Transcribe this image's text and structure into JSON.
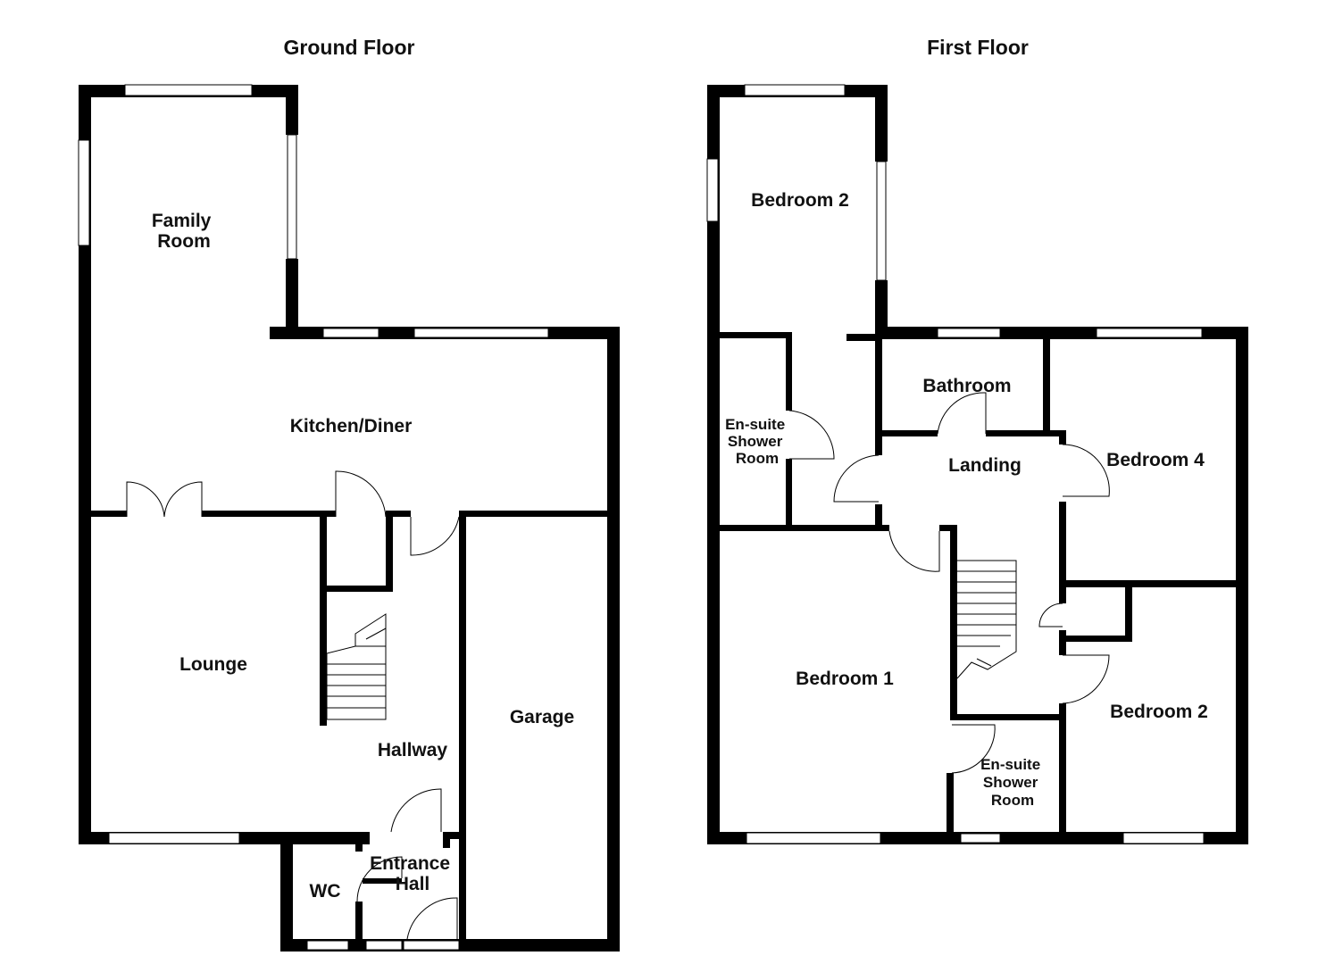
{
  "floors": {
    "ground": {
      "title": "Ground Floor",
      "rooms": {
        "family_room": [
          "Family",
          "Room"
        ],
        "kitchen_diner": "Kitchen/Diner",
        "lounge": "Lounge",
        "hallway": "Hallway",
        "garage": "Garage",
        "wc": "WC",
        "entrance_hall": [
          "Entrance",
          "Hall"
        ]
      }
    },
    "first": {
      "title": "First Floor",
      "rooms": {
        "bedroom_2_top": "Bedroom 2",
        "ensuite_left": [
          "En-suite",
          "Shower",
          "Room"
        ],
        "bathroom": "Bathroom",
        "landing": "Landing",
        "bedroom_4": "Bedroom 4",
        "bedroom_1": "Bedroom 1",
        "ensuite_bottom": [
          "En-suite",
          "Shower",
          "Room"
        ],
        "bedroom_2_bottom": "Bedroom 2"
      }
    }
  }
}
